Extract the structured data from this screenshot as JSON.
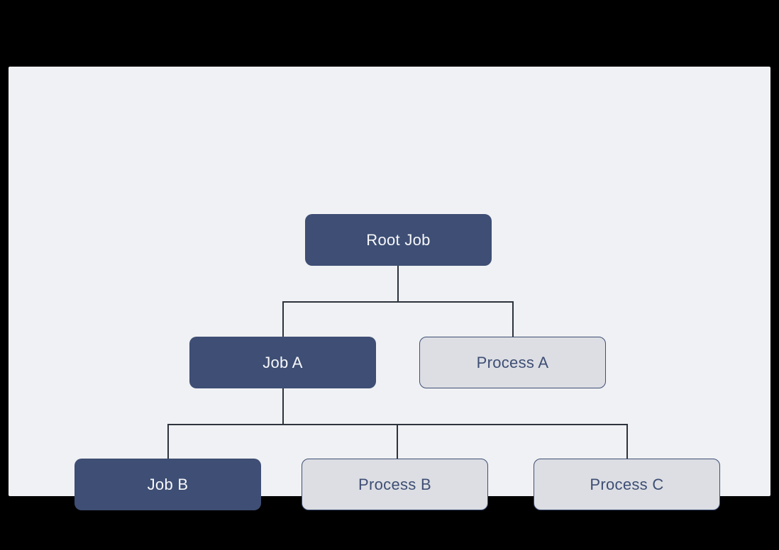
{
  "diagram": {
    "type": "tree",
    "nodes": [
      {
        "id": "root",
        "label": "Root Job",
        "kind": "job",
        "parent": null,
        "level": 1
      },
      {
        "id": "job-a",
        "label": "Job A",
        "kind": "job",
        "parent": "root",
        "level": 2
      },
      {
        "id": "process-a",
        "label": "Process A",
        "kind": "process",
        "parent": "root",
        "level": 2
      },
      {
        "id": "job-b",
        "label": "Job B",
        "kind": "job",
        "parent": "job-a",
        "level": 3
      },
      {
        "id": "process-b",
        "label": "Process B",
        "kind": "process",
        "parent": "job-a",
        "level": 3
      },
      {
        "id": "process-c",
        "label": "Process C",
        "kind": "process",
        "parent": "job-a",
        "level": 3
      }
    ],
    "edges": [
      {
        "from": "root",
        "to": "job-a"
      },
      {
        "from": "root",
        "to": "process-a"
      },
      {
        "from": "job-a",
        "to": "job-b"
      },
      {
        "from": "job-a",
        "to": "process-b"
      },
      {
        "from": "job-a",
        "to": "process-c"
      }
    ],
    "colors": {
      "background": "#000000",
      "panel": "#f0f1f4",
      "job_fill": "#3e4e74",
      "job_text": "#f7f8fb",
      "process_fill": "#dcdee3",
      "process_border": "#3e4e74",
      "process_text": "#3e4e74",
      "connector": "#2d333c"
    }
  }
}
